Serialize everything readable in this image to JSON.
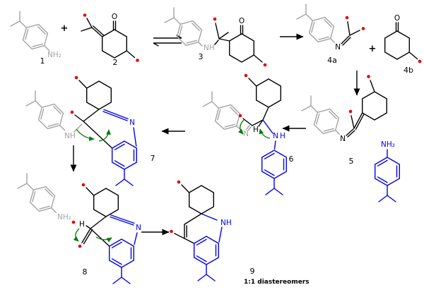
{
  "scheme": {
    "description": "Organic reaction mechanism scheme with numbered intermediates",
    "note": "1:1 diastereomers"
  },
  "colors": {
    "black": "#000000",
    "gray": "#a3a3a3",
    "blue": "#0000ee",
    "red": "#e60000",
    "green": "#007c00"
  },
  "compound_labels": {
    "c1": "1",
    "c2": "2",
    "c3": "3",
    "c4a": "4a",
    "c4b": "4b",
    "c5": "5",
    "c6": "6",
    "c7": "7",
    "c8": "8",
    "c9": "9"
  },
  "atom_labels": {
    "o": "O",
    "n": "N",
    "nh": "NH",
    "nh2": "NH₂",
    "h": "H"
  },
  "operators": {
    "plus": "+"
  }
}
